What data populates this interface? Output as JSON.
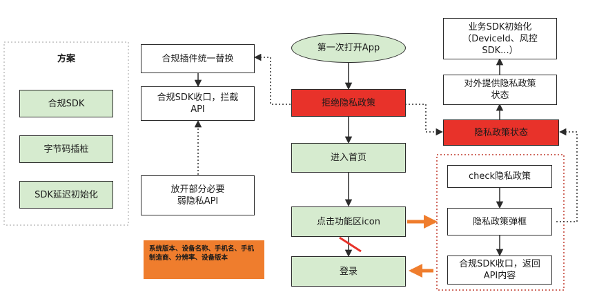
{
  "scheme": {
    "title": "方案",
    "items": [
      "合规SDK",
      "字节码插桩",
      "SDK延迟初始化"
    ]
  },
  "left_column": {
    "replace": "合规插件统一替换",
    "converge": "合规SDK收口，拦截\nAPI",
    "release": "放开部分必要\n弱隐私API"
  },
  "main_flow": {
    "start": "第一次打开App",
    "reject": "拒绝隐私政策",
    "home": "进入首页",
    "click": "点击功能区icon",
    "login": "登录"
  },
  "right_column": {
    "biz_init": "业务SDK初始化\n（DeviceId、风控\nSDK...）",
    "provide": "对外提供隐私政策\n状态",
    "state": "隐私政策状态",
    "check": "check隐私政策",
    "popup": "隐私政策弹框",
    "return_api": "合规SDK收口，返回\nAPI内容"
  },
  "note": {
    "text": "系统版本、设备名称、手机名、手机制造商、分辨率、设备版本"
  },
  "colors": {
    "green_box": "#d6ebcf",
    "red_box": "#e8322a",
    "orange": "#ef7d2d",
    "dotted_frame_red": "#c0392b",
    "dotted_frame_gray": "#bdbdbd"
  }
}
